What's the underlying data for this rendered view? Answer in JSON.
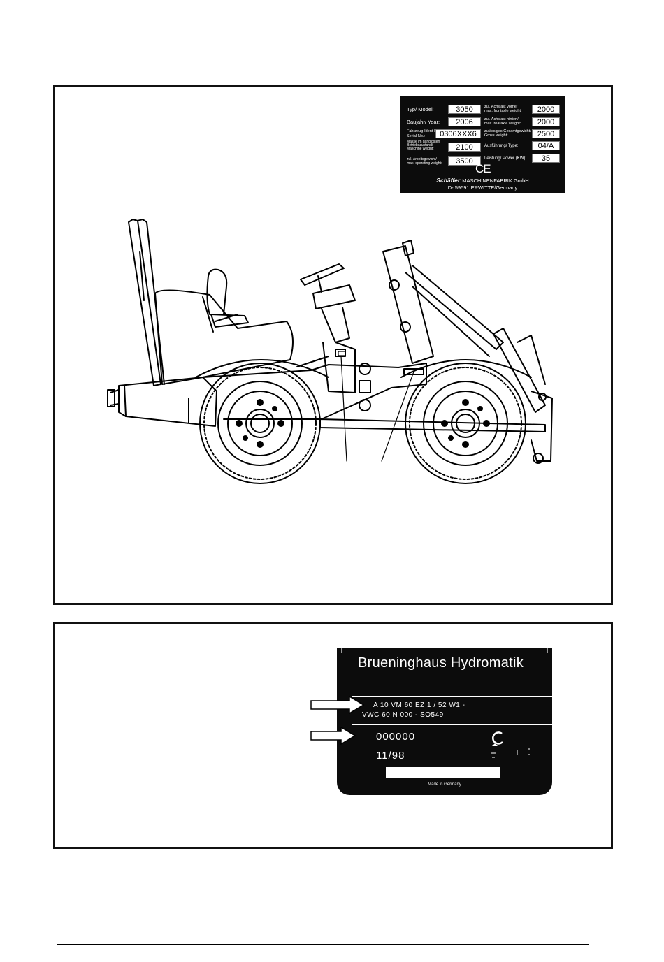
{
  "type_plate": {
    "model_label": "Typ/ Model:",
    "model_value": "3050",
    "year_label": "Baujahr/ Year:",
    "year_value": "2006",
    "serial_label_de": "Fahrzeug-Ident-Nr./",
    "serial_label_en": "Serial-No.:",
    "serial_value": "0306XXX6",
    "weight_label_1": "Masse im gängigsten",
    "weight_label_2": "Betriebszustand/",
    "weight_label_3": "Maschine weight:",
    "weight_value": "2100",
    "opweight_label_1": "zul. Arbeitsgewicht/",
    "opweight_label_2": "max. operating weight:",
    "opweight_value": "3500",
    "front_axle_label_1": "zul. Achslast vorne/",
    "front_axle_label_2": "max. frontaxle weight:",
    "front_axle_value": "2000",
    "rear_axle_label_1": "zul. Achslast hinten/",
    "rear_axle_label_2": "max. rearaxle weight:",
    "rear_axle_value": "2000",
    "gross_label_1": "zulässiges Gesamtgewicht/",
    "gross_label_2": "Gross weight:",
    "gross_value": "2500",
    "type_label": "Ausführung/ Type:",
    "type_value": "04/A",
    "power_label": "Leistung/ Power (KW):",
    "power_value": "35",
    "ce_mark": "CE",
    "maker_brand": "Schäffer",
    "maker_name": "MASCHINENFABRIK GmbH",
    "maker_address": "D- 59591 ERWITTE/Germany"
  },
  "pump_plate": {
    "brand": "Brueninghaus Hydromatik",
    "type_line_1": "A 10 VM 60 EZ 1 / 52 W1 -",
    "type_line_2": "VWC 60 N 000    - SO549",
    "serial": "000000",
    "date": "11/98",
    "made_in": "Made in Germany"
  }
}
